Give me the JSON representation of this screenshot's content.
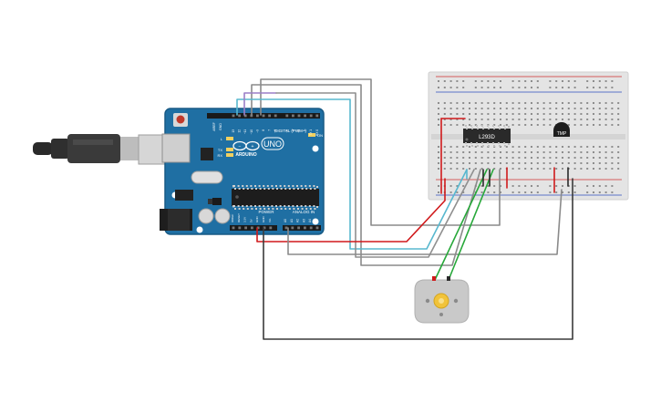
{
  "arduino": {
    "logo_word": "ARDUINO",
    "logo_model": "UNO",
    "digital_label": "DIGITAL (PWM~)",
    "power_label": "POWER",
    "analog_label": "ANALOG IN",
    "led_on_label": "ON",
    "led_l_label": "L",
    "led_tx_label": "TX",
    "led_rx_label": "RX",
    "aref_label": "AREF",
    "gnd_label": "GND",
    "digital_pins": [
      "13",
      "12",
      "~11",
      "~10",
      "~9",
      "8",
      "7",
      "~6",
      "~5",
      "4",
      "~3",
      "2",
      "TX 1",
      "RX 0"
    ],
    "power_pins": [
      "IOREF",
      "RESET",
      "3.3V",
      "5V",
      "GND",
      "GND",
      "Vin"
    ],
    "analog_pins": [
      "A0",
      "A1",
      "A2",
      "A3",
      "A4",
      "A5"
    ]
  },
  "breadboard": {
    "ic_label": "L293D",
    "sensor_label": "TMP"
  },
  "colors": {
    "board_blue": "#1f6fa3",
    "breadboard": "#e4e4e4",
    "wire_red": "#d0191b",
    "wire_green": "#27a83a",
    "wire_cyan": "#58b8cf",
    "wire_gray": "#8a8a8a",
    "wire_dark": "#3a3a3a",
    "motor_gray": "#c9c9c9",
    "motor_hub": "#f1c33a"
  }
}
